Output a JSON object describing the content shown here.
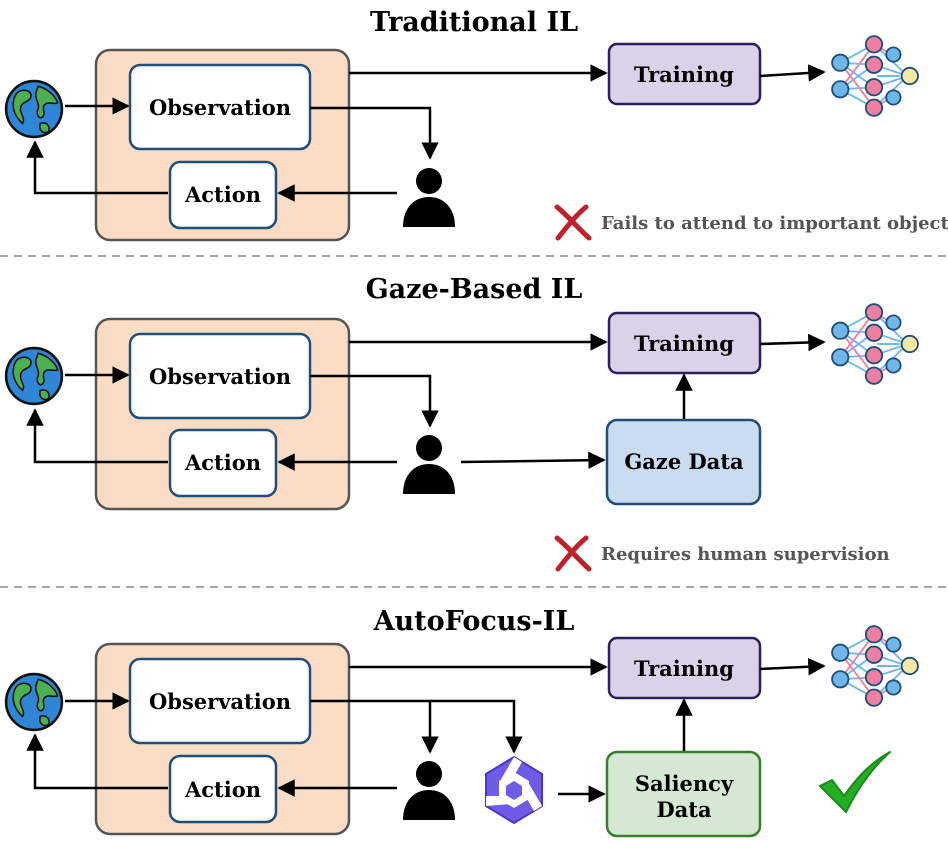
{
  "sections": [
    {
      "title": "Traditional IL",
      "observation": "Observation",
      "action": "Action",
      "training": "Training",
      "note": "Fails to attend to important objects"
    },
    {
      "title": "Gaze-Based IL",
      "observation": "Observation",
      "action": "Action",
      "training": "Training",
      "data_box": "Gaze Data",
      "note": "Requires human supervision"
    },
    {
      "title": "AutoFocus-IL",
      "observation": "Observation",
      "action": "Action",
      "training": "Training",
      "data_box_line1": "Saliency",
      "data_box_line2": "Data"
    }
  ],
  "icons": {
    "environment": "globe-icon",
    "human": "person-icon",
    "model": "neural-network-icon",
    "vlm": "vlm-logo-icon",
    "fail": "red-cross-icon",
    "success": "green-check-icon"
  },
  "colors": {
    "env_box_fill": "#fbdcc4",
    "env_box_stroke": "#555555",
    "inner_box_stroke": "#1f4e79",
    "training_fill": "#d9d2e9",
    "training_stroke": "#2c1f5e",
    "gaze_fill": "#c9dcf0",
    "gaze_stroke": "#1f4e79",
    "saliency_fill": "#d5e8d4",
    "saliency_stroke": "#3a7d2c",
    "cross": "#c0202a",
    "check": "#22b022",
    "nn_pink": "#ef7fa0",
    "nn_blue": "#6fb7e8",
    "nn_yellow": "#fbe7a6"
  }
}
